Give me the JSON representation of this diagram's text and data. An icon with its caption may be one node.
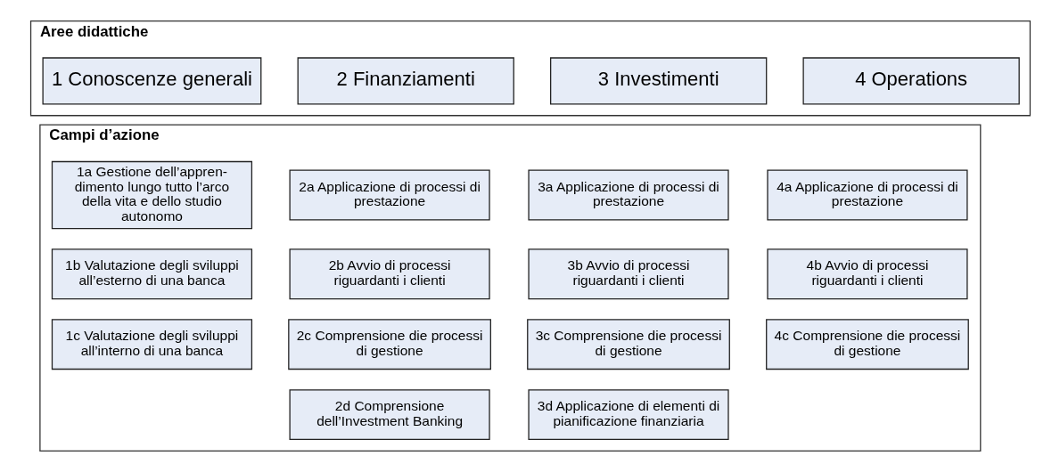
{
  "diagram": {
    "nodes": [
      {
        "text": [
          "Aree didattiche"
        ]
      },
      {
        "text": [
          "1 Conoscenze generali"
        ],
        "in": 0
      },
      {
        "text": [
          "2 Finanziamenti"
        ],
        "in": 0
      },
      {
        "text": [
          "3 Investimenti"
        ],
        "in": 0
      },
      {
        "text": [
          "4 Operations"
        ],
        "in": 0
      },
      {
        "text": [
          "Campi d’azione"
        ]
      },
      {
        "text": [
          "1a Gestione dell’appren- dimento lungo tutto l’arco della vita e dello studio autonomo"
        ],
        "in": 5
      },
      {
        "text": [
          "2a Applicazione di processi di prestazione"
        ],
        "in": 5
      },
      {
        "text": [
          "3a Applicazione di processi di prestazione"
        ],
        "in": 5
      },
      {
        "text": [
          "4a Applicazione di processi di prestazione"
        ],
        "in": 5
      },
      {
        "text": [
          "1b Valutazione degli sviluppi all’esterno di una banca"
        ],
        "in": 5
      },
      {
        "text": [
          "2b Avvio di processi riguardanti i clienti"
        ],
        "in": 5
      },
      {
        "text": [
          "3b Avvio di processi riguardanti i clienti"
        ],
        "in": 5
      },
      {
        "text": [
          "4b Avvio di processi riguardanti i clienti"
        ],
        "in": 5
      },
      {
        "text": [
          "1c Valutazione degli sviluppi all’interno di una banca"
        ],
        "in": 5
      },
      {
        "text": [
          "2c Comprensione die processi di gestione"
        ],
        "in": 5
      },
      {
        "text": [
          "3c Comprensione die processi di gestione"
        ],
        "in": 5
      },
      {
        "text": [
          "4c Comprensione die processi di gestione"
        ],
        "in": 5
      },
      {
        "text": [
          "2d Comprensione dell’Investment Banking"
        ],
        "in": 5
      },
      {
        "text": [
          "3d Applicazione di elementi di pianificazione finanziaria"
        ],
        "in": 5
      }
    ]
  }
}
